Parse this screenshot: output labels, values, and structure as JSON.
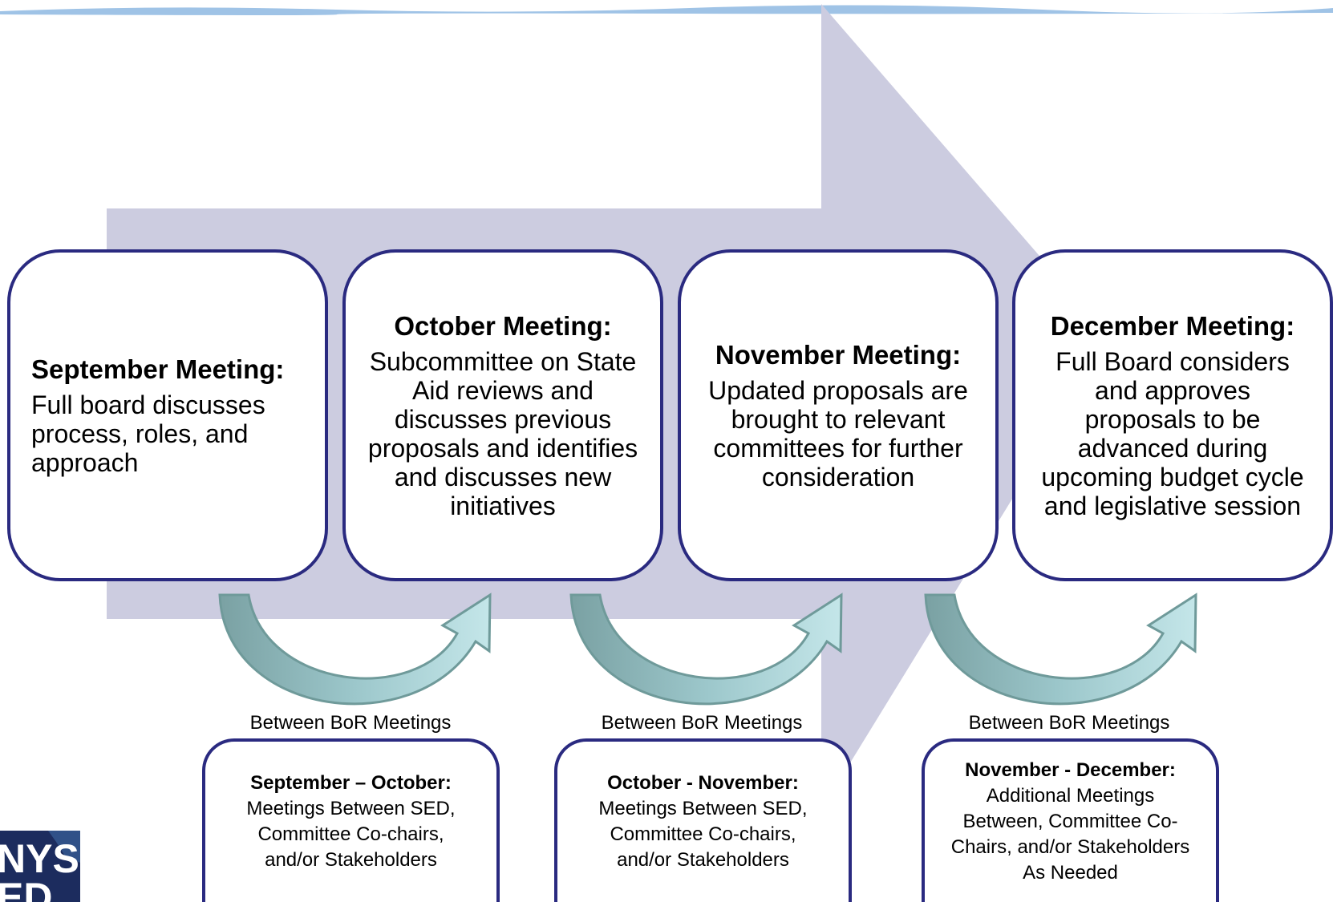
{
  "meetings": [
    {
      "title": "September Meeting:",
      "description": "Full board discusses process, roles, and approach"
    },
    {
      "title": "October Meeting:",
      "description": "Subcommittee on State Aid reviews and discusses previous proposals and identifies and discusses new initiatives"
    },
    {
      "title": "November Meeting:",
      "description": "Updated proposals are brought to relevant committees for further consideration"
    },
    {
      "title": "December Meeting:",
      "description": "Full Board considers and approves proposals to be advanced during upcoming budget cycle and legislative session"
    }
  ],
  "between_meetings": [
    {
      "label": "Between BoR Meetings",
      "title": "September – October:",
      "description": "Meetings Between SED, Committee Co-chairs, and/or Stakeholders"
    },
    {
      "label": "Between BoR Meetings",
      "title": "October - November:",
      "description": "Meetings Between SED, Committee Co-chairs, and/or Stakeholders"
    },
    {
      "label": "Between BoR Meetings",
      "title": "November - December:",
      "description": "Additional Meetings Between, Committee Co-Chairs, and/or Stakeholders As Needed"
    }
  ],
  "logo": {
    "text": "NYSED",
    "icon": "nysed-logo"
  },
  "colors": {
    "box_border": "#2a2a80",
    "background_arrow": "#cccce0",
    "loop_arrow_fill": "#b7dde1",
    "loop_arrow_stroke": "#6f9a9a",
    "top_rule": "#9fc3e6",
    "logo_bg": "#1c2c5e"
  }
}
